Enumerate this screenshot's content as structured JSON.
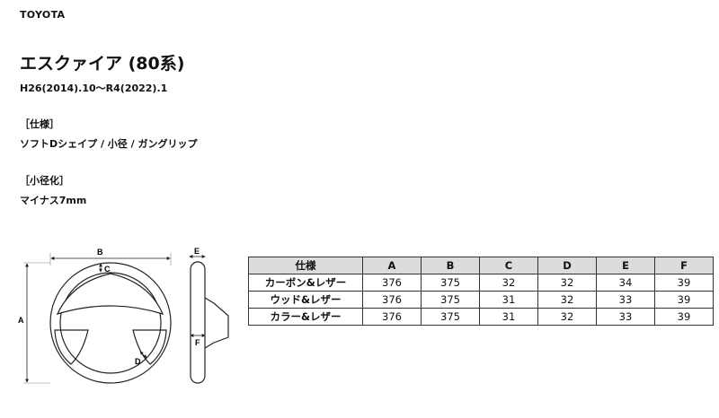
{
  "brand": "TOYOTA",
  "model": "エスクァイア (80系)",
  "years": "H26(2014).10〜R4(2022).1",
  "spec_section": {
    "label": "［仕様］",
    "value": "ソフトDシェイプ / 小径 / ガングリップ"
  },
  "reduction_section": {
    "label": "［小径化］",
    "value": "マイナス7mm"
  },
  "diagram": {
    "front_labels": {
      "A": "A",
      "B": "B",
      "C": "C",
      "D": "D"
    },
    "side_labels": {
      "E": "E",
      "F": "F"
    }
  },
  "table": {
    "headers": [
      "仕様",
      "A",
      "B",
      "C",
      "D",
      "E",
      "F"
    ],
    "rows": [
      {
        "label": "カーボン&レザー",
        "values": [
          "376",
          "375",
          "32",
          "32",
          "34",
          "39"
        ]
      },
      {
        "label": "ウッド&レザー",
        "values": [
          "376",
          "375",
          "31",
          "32",
          "33",
          "39"
        ]
      },
      {
        "label": "カラー&レザー",
        "values": [
          "376",
          "375",
          "31",
          "32",
          "33",
          "39"
        ]
      }
    ]
  }
}
